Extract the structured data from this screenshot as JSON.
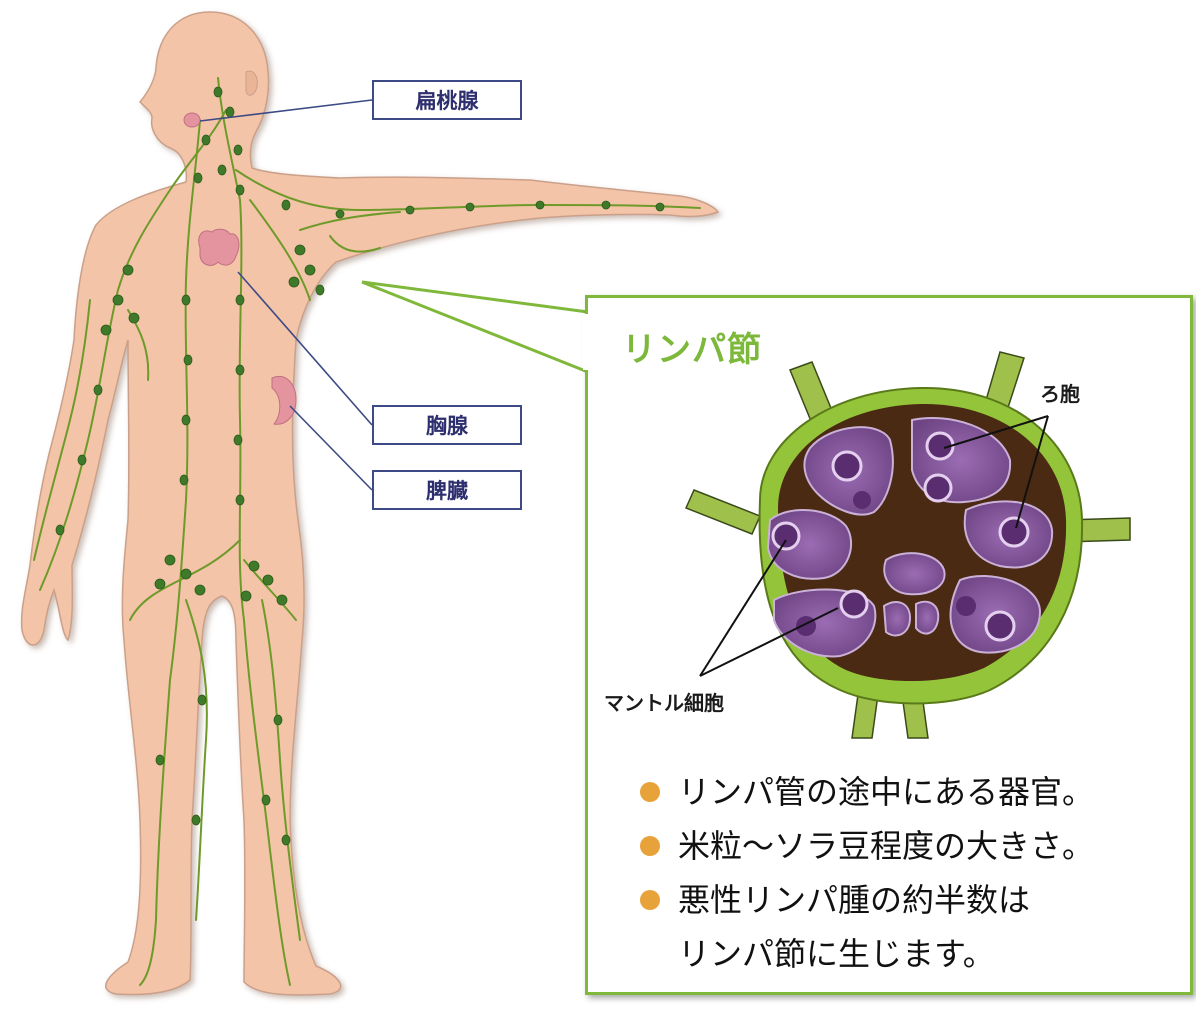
{
  "labels": {
    "tonsil": "扁桃腺",
    "thymus": "胸腺",
    "spleen": "脾臓"
  },
  "lymph_node": {
    "title": "リンパ節",
    "lymphocyte_label": "ろ胞",
    "mantle_label": "マントル細胞"
  },
  "facts": [
    "リンパ管の途中にある器官。",
    "米粒～ソラ豆程度の大きさ。",
    "悪性リンパ腫の約半数は",
    "リンパ節に生じます。"
  ],
  "colors": {
    "skin": "#f4c4a8",
    "lymph_vessel": "#6e9a2a",
    "organ": "#e3949e",
    "callout_border": "#7fb83a",
    "label_border": "#3d4a86",
    "node_capsule": "#94c43a",
    "node_sinus": "#4a2a12",
    "follicle": "#8a5aa0",
    "bullet": "#e8a23a"
  }
}
